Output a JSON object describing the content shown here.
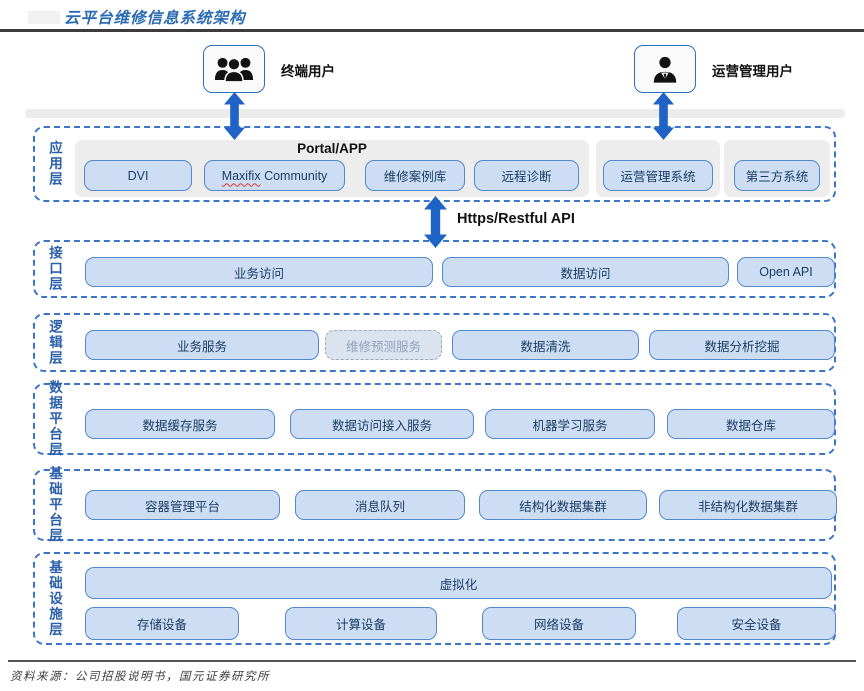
{
  "header": {
    "title": "云平台维修信息系统架构"
  },
  "users": {
    "terminal": {
      "label": "终端用户"
    },
    "operations": {
      "label": "运营管理用户"
    }
  },
  "api": {
    "label": "Https/Restful API"
  },
  "app_layer": {
    "label": "应用层",
    "portal_title": "Portal/APP",
    "item_dvi": "DVI",
    "item_maxifix": "Maxifix",
    "item_community": "Community",
    "item_case_lib": "维修案例库",
    "item_remote_diag": "远程诊断",
    "item_ops_system": "运营管理系统",
    "item_third_party": "第三方系统"
  },
  "interface_layer": {
    "label": "接口层",
    "items": [
      "业务访问",
      "数据访问",
      "Open API"
    ]
  },
  "logic_layer": {
    "label": "逻辑层",
    "items": [
      "业务服务",
      "维修预测服务",
      "数据清洗",
      "数据分析挖掘"
    ]
  },
  "data_platform_layer": {
    "label": "数据平台层",
    "items": [
      "数据缓存服务",
      "数据访问接入服务",
      "机器学习服务",
      "数据仓库"
    ]
  },
  "base_platform_layer": {
    "label": "基础平台层",
    "items": [
      "容器管理平台",
      "消息队列",
      "结构化数据集群",
      "非结构化数据集群"
    ]
  },
  "infra_layer": {
    "label": "基础设施层",
    "virtualization": "虚拟化",
    "items": [
      "存储设备",
      "计算设备",
      "网络设备",
      "安全设备"
    ]
  },
  "footer": {
    "source": "资料来源：公司招股说明书，国元证券研究所"
  },
  "colors": {
    "accent_blue": "#2b6bb4",
    "arrow_blue": "#2063c6",
    "dashed_border_blue": "#3b74c9",
    "box_fill": "#cdddf4",
    "box_border": "#5388cd",
    "box_text": "#1c3c63",
    "disabled_box_text": "#93a3bd",
    "grey_group": "#ededed"
  }
}
